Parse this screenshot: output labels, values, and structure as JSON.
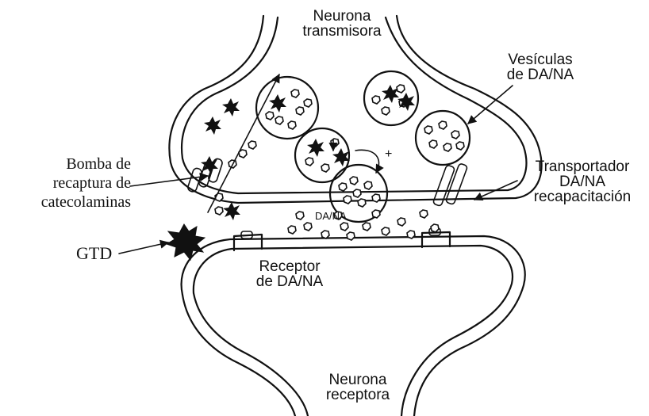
{
  "labels": {
    "neurona_transmisora": [
      "Neurona",
      "transmisora"
    ],
    "vesiculas": [
      "Vesículas",
      "de DA/NA"
    ],
    "bomba": [
      "Bomba de",
      "recaptura de",
      "catecolaminas"
    ],
    "transportador": [
      "Transportador",
      "DA/NA",
      "recapacitación"
    ],
    "cleft_label": "DA/NA",
    "plus_sign": "+",
    "gtd": "GTD",
    "receptor": [
      "Receptor",
      "de DA/NA"
    ],
    "neurona_receptora": [
      "Neurona",
      "receptora"
    ]
  },
  "icons": {
    "vesicle": "vesicle-circle-icon",
    "molecule": "dopamine-molecule-icon",
    "toxin": "gtd-spiky-molecule-icon",
    "receptor": "receptor-icon",
    "transporter": "transporter-icon",
    "reuptake_pump": "reuptake-pump-icon"
  },
  "colors": {
    "ink": "#111111",
    "background": "#ffffff"
  }
}
